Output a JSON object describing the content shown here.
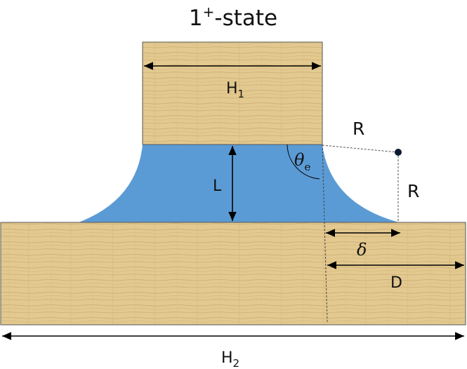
{
  "title": {
    "main": "1",
    "sup": "+",
    "rest": "-state"
  },
  "labels": {
    "h1": {
      "base": "H",
      "sub": "1"
    },
    "h2": {
      "base": "H",
      "sub": "2"
    },
    "length": "L",
    "radius_top": "R",
    "radius_side": "R",
    "theta": {
      "base": "θ",
      "sub": "e"
    },
    "delta": "δ",
    "d": "D"
  },
  "colors": {
    "liquid": "#5b9bd5",
    "wood_base": "#e3c98f",
    "wood_grain": "#b79a5e",
    "wood_border": "#333333",
    "line": "#000000",
    "guide": "#666666"
  }
}
